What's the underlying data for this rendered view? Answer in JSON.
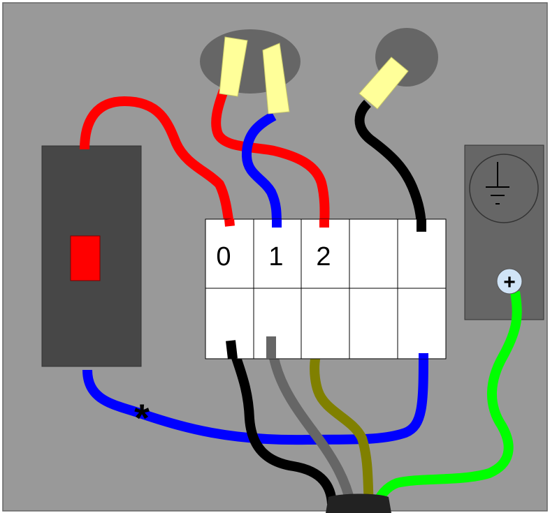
{
  "terminal_block": {
    "labels": [
      "0",
      "1",
      "2"
    ]
  },
  "annotations": {
    "asterisk": "*",
    "plus": "+"
  },
  "colors": {
    "background": "#999999",
    "panel": "#474747",
    "terminal": "#ffffff",
    "wire_red": "#ff0000",
    "wire_blue": "#0000ff",
    "wire_black": "#000000",
    "wire_gray": "#666666",
    "wire_olive": "#808000",
    "wire_green": "#00ff00",
    "wire_cap": "#ffff99",
    "switch_toggle": "#ff0000",
    "ground_terminal": "#d0e4f7"
  },
  "icons": [
    "ground-symbol-icon",
    "plus-terminal-icon"
  ]
}
